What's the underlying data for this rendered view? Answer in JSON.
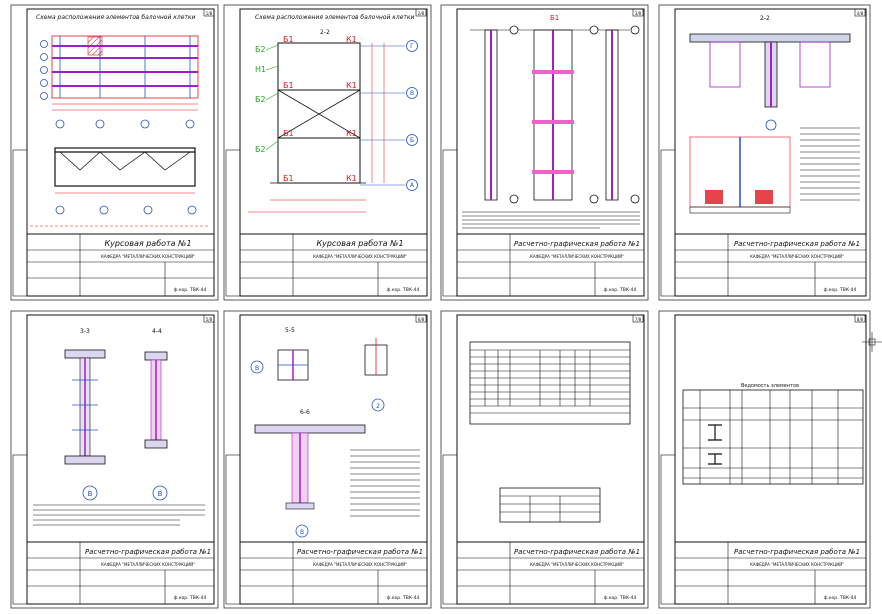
{
  "colors": {
    "line": "#111111",
    "dim": "#e0141e",
    "beam": "#a020c8",
    "axis": "#2450c8",
    "green": "#22a820",
    "pink": "#f060c8"
  },
  "sheets": [
    {
      "num": "1/8",
      "title": "Схема расположения элементов балочной клетки",
      "stamp": "Курсовая работа №1",
      "org": "КАФЕДРА \"МЕТАЛЛИЧЕСКИХ КОНСТРУКЦИЙ\"",
      "code": "ф.кор. ТВК-44"
    },
    {
      "num": "2/8",
      "title": "Схема расположения элементов балочной клетки",
      "stamp": "Курсовая работа №1",
      "org": "КАФЕДРА \"МЕТАЛЛИЧЕСКИХ КОНСТРУКЦИЙ\"",
      "code": "ф.кор. ТВК-44",
      "section": "2-2",
      "labels": {
        "b2": "Б2",
        "n1": "Н1",
        "b1": "Б1",
        "k1": "К1"
      },
      "axes": [
        "Г",
        "В",
        "Б",
        "А"
      ]
    },
    {
      "num": "3/8",
      "title": "",
      "stamp": "Расчетно-графическая работа №1",
      "org": "КАФЕДРА \"МЕТАЛЛИЧЕСКИХ КОНСТРУКЦИЙ\"",
      "code": "ф.кор. ТВК-44",
      "mark": "Б1"
    },
    {
      "num": "4/8",
      "title": "",
      "stamp": "Расчетно-графическая работа №1",
      "org": "КАФЕДРА \"МЕТАЛЛИЧЕСКИХ КОНСТРУКЦИЙ\"",
      "code": "ф.кор. ТВК-44",
      "section": "2-2"
    },
    {
      "num": "5/8",
      "title": "",
      "stamp": "Расчетно-графическая работа №1",
      "org": "КАФЕДРА \"МЕТАЛЛИЧЕСКИХ КОНСТРУКЦИЙ\"",
      "code": "ф.кор. ТВК-44",
      "sections": [
        "3-3",
        "4-4"
      ],
      "axis_marks": [
        "В",
        "В"
      ]
    },
    {
      "num": "6/8",
      "title": "",
      "stamp": "Расчетно-графическая работа №1",
      "org": "КАФЕДРА \"МЕТАЛЛИЧЕСКИХ КОНСТРУКЦИЙ\"",
      "code": "ф.кор. ТВК-44",
      "sections": [
        "5-5",
        "6-6"
      ],
      "axis_marks": [
        "В",
        "В",
        "2"
      ]
    },
    {
      "num": "7/8",
      "title": "",
      "stamp": "Расчетно-графическая работа №1",
      "org": "КАФЕДРА \"МЕТАЛЛИЧЕСКИХ КОНСТРУКЦИЙ\"",
      "code": "ф.кор. ТВК-44"
    },
    {
      "num": "8/8",
      "title": "Ведомость элементов",
      "stamp": "Расчетно-графическая работа №1",
      "org": "КАФЕДРА \"МЕТАЛЛИЧЕСКИХ КОНСТРУКЦИЙ\"",
      "code": "ф.кор. ТВК-44"
    }
  ]
}
